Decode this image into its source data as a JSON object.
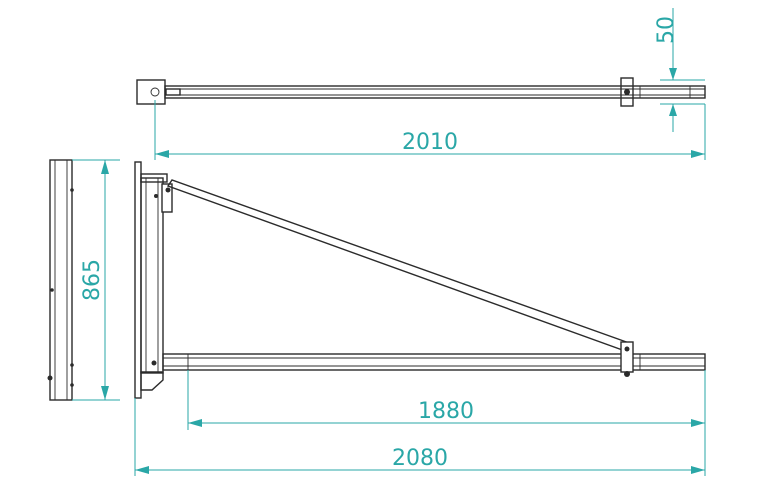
{
  "dimensions": {
    "offset": "50",
    "top_length": "2010",
    "height": "865",
    "arm_length": "1880",
    "total_length": "2080"
  },
  "colors": {
    "dimension": "#2aa7a7",
    "outline": "#2b2b2b"
  }
}
